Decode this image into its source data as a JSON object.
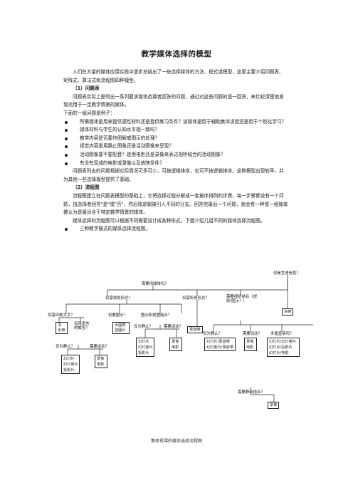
{
  "title": "教学媒体选择的模型",
  "intro": "人们在大量的媒体应用实践中逐步总结出了一些选择媒体的方法、程式或模型，这里主要介绍问题表、矩阵式、算法式和流程图四种模型。",
  "sec1_title": "（1）问题表",
  "sec1_p1": "问题表实际上是列出一系列要求媒体选择者回答的问题，通过对这些问题的逐一回答，来比较清楚地发现适用于一定教学情景的媒体。",
  "sec1_lead": "下面的一组问题是例子：",
  "bullets": [
    "所需媒体是用来提供感性材料还是提供练习条件？该媒体是用于辅助集体讲授还是用于个别化学习？",
    "媒体材料与学生的认知水平相一致吗？",
    "教学内容是否要作图解或图示的处理？",
    "视觉内容是用静止图象还是活动图像来呈现？",
    "活动图像要不要配音？是用电影还是录像来表达视听结合的活动图像？",
    "有没有现成的电影或录像以及放映条件？"
  ],
  "sec1_p2": "问题表列出的问题根据实际情况可多可少，可按逻辑排序，也可不按逻辑排序。这种模型出现较早，并为其他一些选择模型提供了基础。",
  "sec2_title": "（2）流程图",
  "sec2_p1": "流程图建立在问题表模型的基础上，它将选择过程分解成一套按序排列的步骤，每一步骤都设有一个问题，由选择者回答\"是\"或\"否\"，然后按逻辑被引入不同的分支。回答完最后一个问题，就会有一种或一组媒体被认为是最适合于特定教学情景的媒体。",
  "sec2_p2": "媒体选择的流程图可以根据不同需要设计成各种形式。下面介绍几组不同的媒体选择流程图。",
  "sec2_bullet": "三种教学模式的媒体选择流程图。",
  "flow": {
    "top": "需要用媒体吗？",
    "q_group": "仅需视觉形式？",
    "q_audio": "仅需听觉形式？",
    "q_av": "需要视听结合（提影/图示？）",
    "q_lang": "仅是言语信息？",
    "lecture": "讲授",
    "q_print": "仅需印刷文字？",
    "q_pic": "仅要图示？",
    "q_picsound": "图示和视图结合？",
    "tape": "录音带",
    "q_still_av": "仅为静止？",
    "q_motion_av": "需要运动？",
    "q_multi": "多重直接吗？",
    "book": [
      "书",
      "手册"
    ],
    "note_q": "仅用语言的解答？",
    "board": [
      "大图表",
      "挂图片"
    ],
    "q_still1": "仅为静止？",
    "q_motion1": "需要运动？",
    "slides1": [
      "幻灯片",
      "幻灯卷片",
      "投影片"
    ],
    "film1": [
      "录像",
      "电影"
    ],
    "av_still": [
      "幻灯片/录音带",
      "幻灯卷片/录音带"
    ],
    "av_motion": [
      "录像",
      "电影"
    ],
    "multi_items": [
      "幻灯片/幻灯卷片",
      "幻灯片/投影片",
      "幻灯片/电影"
    ],
    "q_still2": "仅为静止？",
    "q_motion2": "需要运动？",
    "slides2": [
      "幻灯片",
      "幻灯卷片",
      "投影片"
    ],
    "film2": [
      "录像",
      "电影"
    ],
    "q_combine": "需要静动结合？",
    "video": "录像"
  },
  "caption": "集体授课的媒体选择流程图"
}
